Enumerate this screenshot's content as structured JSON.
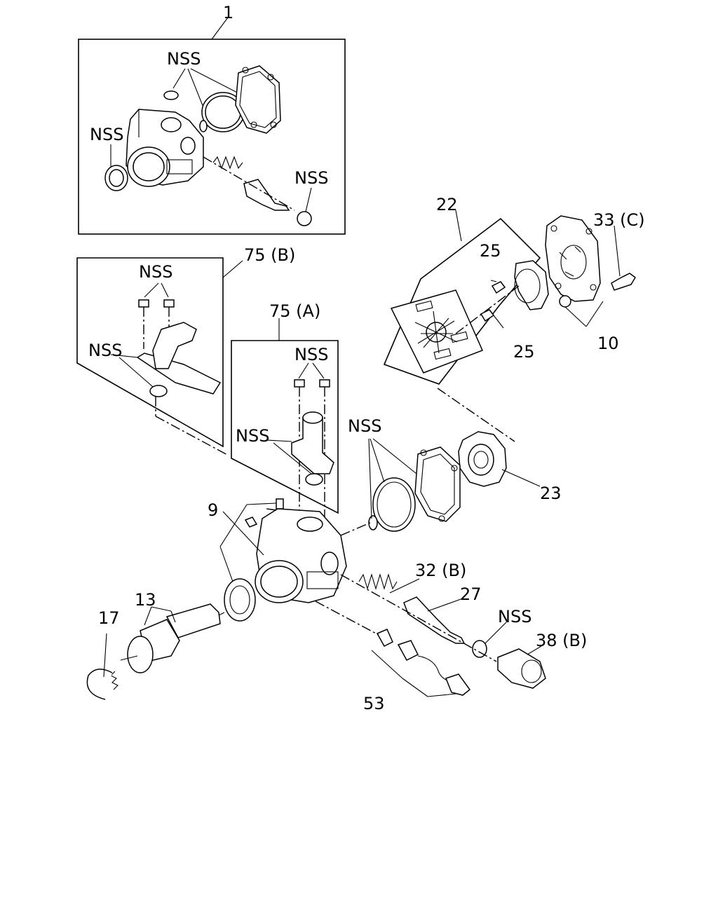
{
  "labels": {
    "l1": "1",
    "nss_top": "NSS",
    "nss_left_top": "NSS",
    "nss_right_top": "NSS",
    "l75b": "75 (B)",
    "nss_75b_top": "NSS",
    "nss_75b_left": "NSS",
    "l75a": "75 (A)",
    "nss_75a_top": "NSS",
    "nss_75a_left": "NSS",
    "l22": "22",
    "l25a": "25",
    "l25b": "25",
    "l33c": "33 (C)",
    "l10": "10",
    "nss_gasket": "NSS",
    "l23": "23",
    "l9": "9",
    "l32b": "32 (B)",
    "l27": "27",
    "nss_valve": "NSS",
    "l38b": "38 (B)",
    "l13": "13",
    "l17": "17",
    "l53": "53"
  }
}
